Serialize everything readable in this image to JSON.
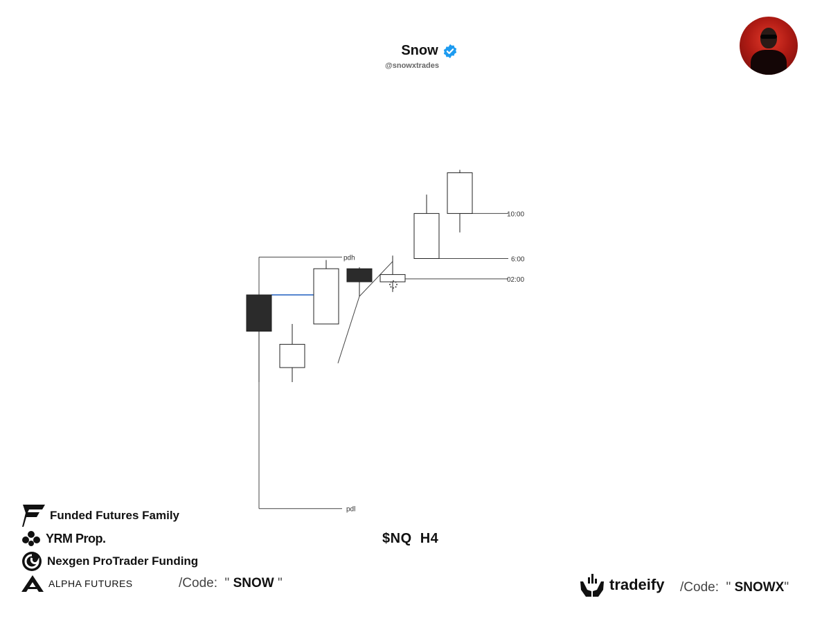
{
  "header": {
    "name": "Snow",
    "handle": "@snowxtrades",
    "avatar": "profile-photo"
  },
  "chart_title": "$NQ  H4",
  "chart_data": {
    "type": "candlestick",
    "candles": [
      {
        "open": 6.0,
        "high": 6.0,
        "low": 0.0,
        "close": 3.5,
        "color": "black"
      },
      {
        "open": 1.0,
        "high": 4.0,
        "low": 0.0,
        "close": 2.6,
        "color": "white"
      },
      {
        "open": 4.0,
        "high": 8.4,
        "low": 4.0,
        "close": 7.8,
        "color": "white"
      },
      {
        "open": 7.8,
        "high": 7.9,
        "low": 5.9,
        "close": 6.9,
        "color": "black"
      },
      {
        "open": 6.9,
        "high": 8.7,
        "low": 6.2,
        "close": 7.4,
        "color": "white"
      },
      {
        "open": 8.5,
        "high": 12.9,
        "low": 8.5,
        "close": 11.6,
        "color": "white"
      },
      {
        "open": 11.6,
        "high": 14.6,
        "low": 10.3,
        "close": 14.4,
        "color": "white"
      }
    ],
    "levels": [
      {
        "label": "pdh",
        "value": 8.6
      },
      {
        "label": "pdl",
        "value": -8.7
      },
      {
        "label": "10:00",
        "value": 11.6
      },
      {
        "label": "6:00",
        "value": 8.5
      },
      {
        "label": "02:00",
        "value": 7.1
      }
    ],
    "grid": false,
    "legend": "none"
  },
  "sponsors": [
    {
      "name": "Funded Futures Family",
      "icon": "fff-logo-icon"
    },
    {
      "name": "YRM Prop.",
      "icon": "yrm-logo-icon"
    },
    {
      "name": "Nexgen ProTrader Funding",
      "icon": "nexgen-logo-icon"
    },
    {
      "name": "ALPHA FUTURES",
      "icon": "alpha-logo-icon"
    }
  ],
  "code_left": {
    "prefix": "/Code:  \" ",
    "code": "SNOW",
    "suffix": " \""
  },
  "tradeify": {
    "brand": "tradeify",
    "icon": "tradeify-hands-icon"
  },
  "code_right": {
    "prefix": "/Code:  \" ",
    "code": "SNOWX",
    "suffix": "\""
  },
  "colors": {
    "verified": "#1d9bf0",
    "level_blue": "#1f5fbf",
    "candle_black": "#2b2b2b"
  }
}
